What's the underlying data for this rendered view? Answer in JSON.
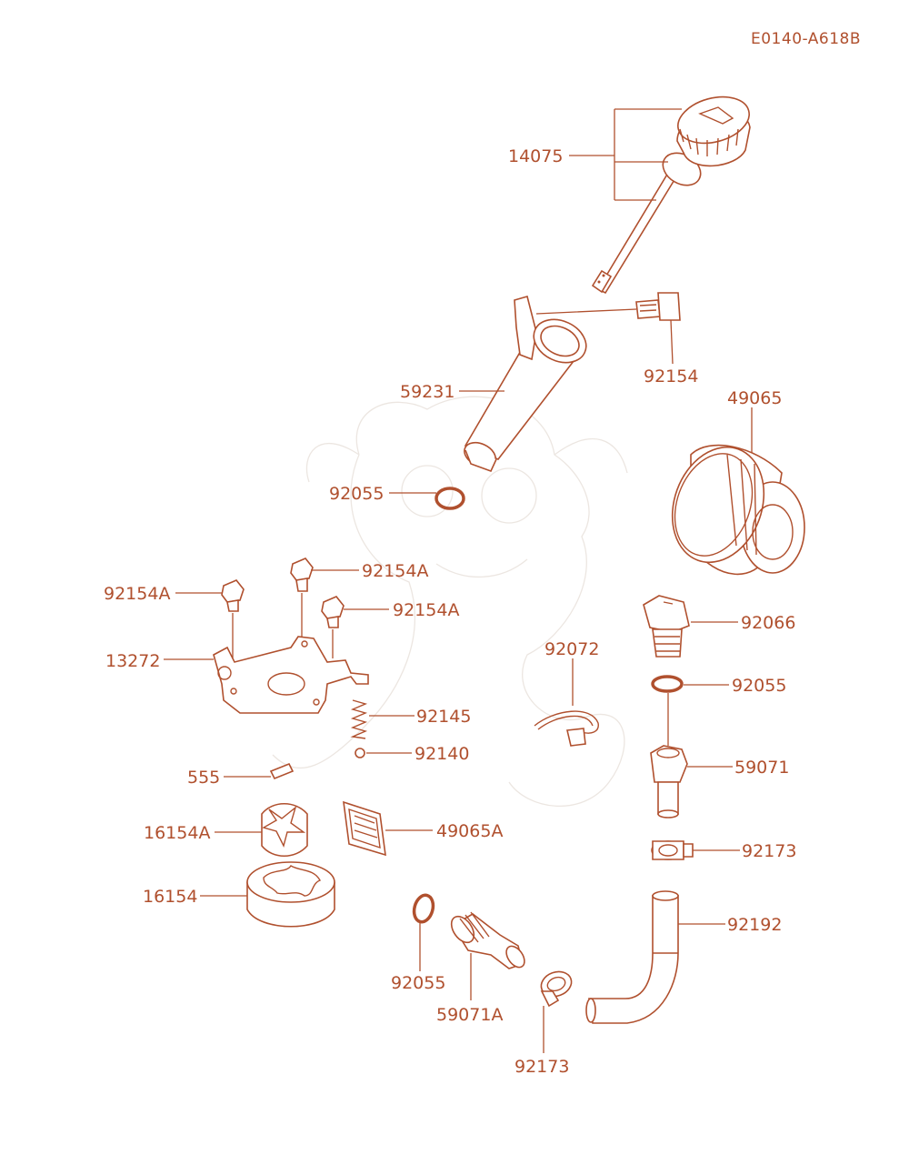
{
  "diagram_ref": "E0140-A618B",
  "colors": {
    "ink": "#b0502e",
    "background": "#ffffff",
    "watermark": "#ece6e1"
  },
  "parts": [
    {
      "id": "p14075",
      "number": "14075"
    },
    {
      "id": "p92154",
      "number": "92154"
    },
    {
      "id": "p59231",
      "number": "59231"
    },
    {
      "id": "p49065",
      "number": "49065"
    },
    {
      "id": "p92055a",
      "number": "92055"
    },
    {
      "id": "p92154A1",
      "number": "92154A"
    },
    {
      "id": "p92154A2",
      "number": "92154A"
    },
    {
      "id": "p92154A3",
      "number": "92154A"
    },
    {
      "id": "p13272",
      "number": "13272"
    },
    {
      "id": "p92066",
      "number": "92066"
    },
    {
      "id": "p92072",
      "number": "92072"
    },
    {
      "id": "p92055b",
      "number": "92055"
    },
    {
      "id": "p92145",
      "number": "92145"
    },
    {
      "id": "p92140",
      "number": "92140"
    },
    {
      "id": "p59071",
      "number": "59071"
    },
    {
      "id": "p555",
      "number": "555"
    },
    {
      "id": "p16154A",
      "number": "16154A"
    },
    {
      "id": "p49065A",
      "number": "49065A"
    },
    {
      "id": "p92173a",
      "number": "92173"
    },
    {
      "id": "p16154",
      "number": "16154"
    },
    {
      "id": "p92192",
      "number": "92192"
    },
    {
      "id": "p92055c",
      "number": "92055"
    },
    {
      "id": "p59071A",
      "number": "59071A"
    },
    {
      "id": "p92173b",
      "number": "92173"
    }
  ]
}
